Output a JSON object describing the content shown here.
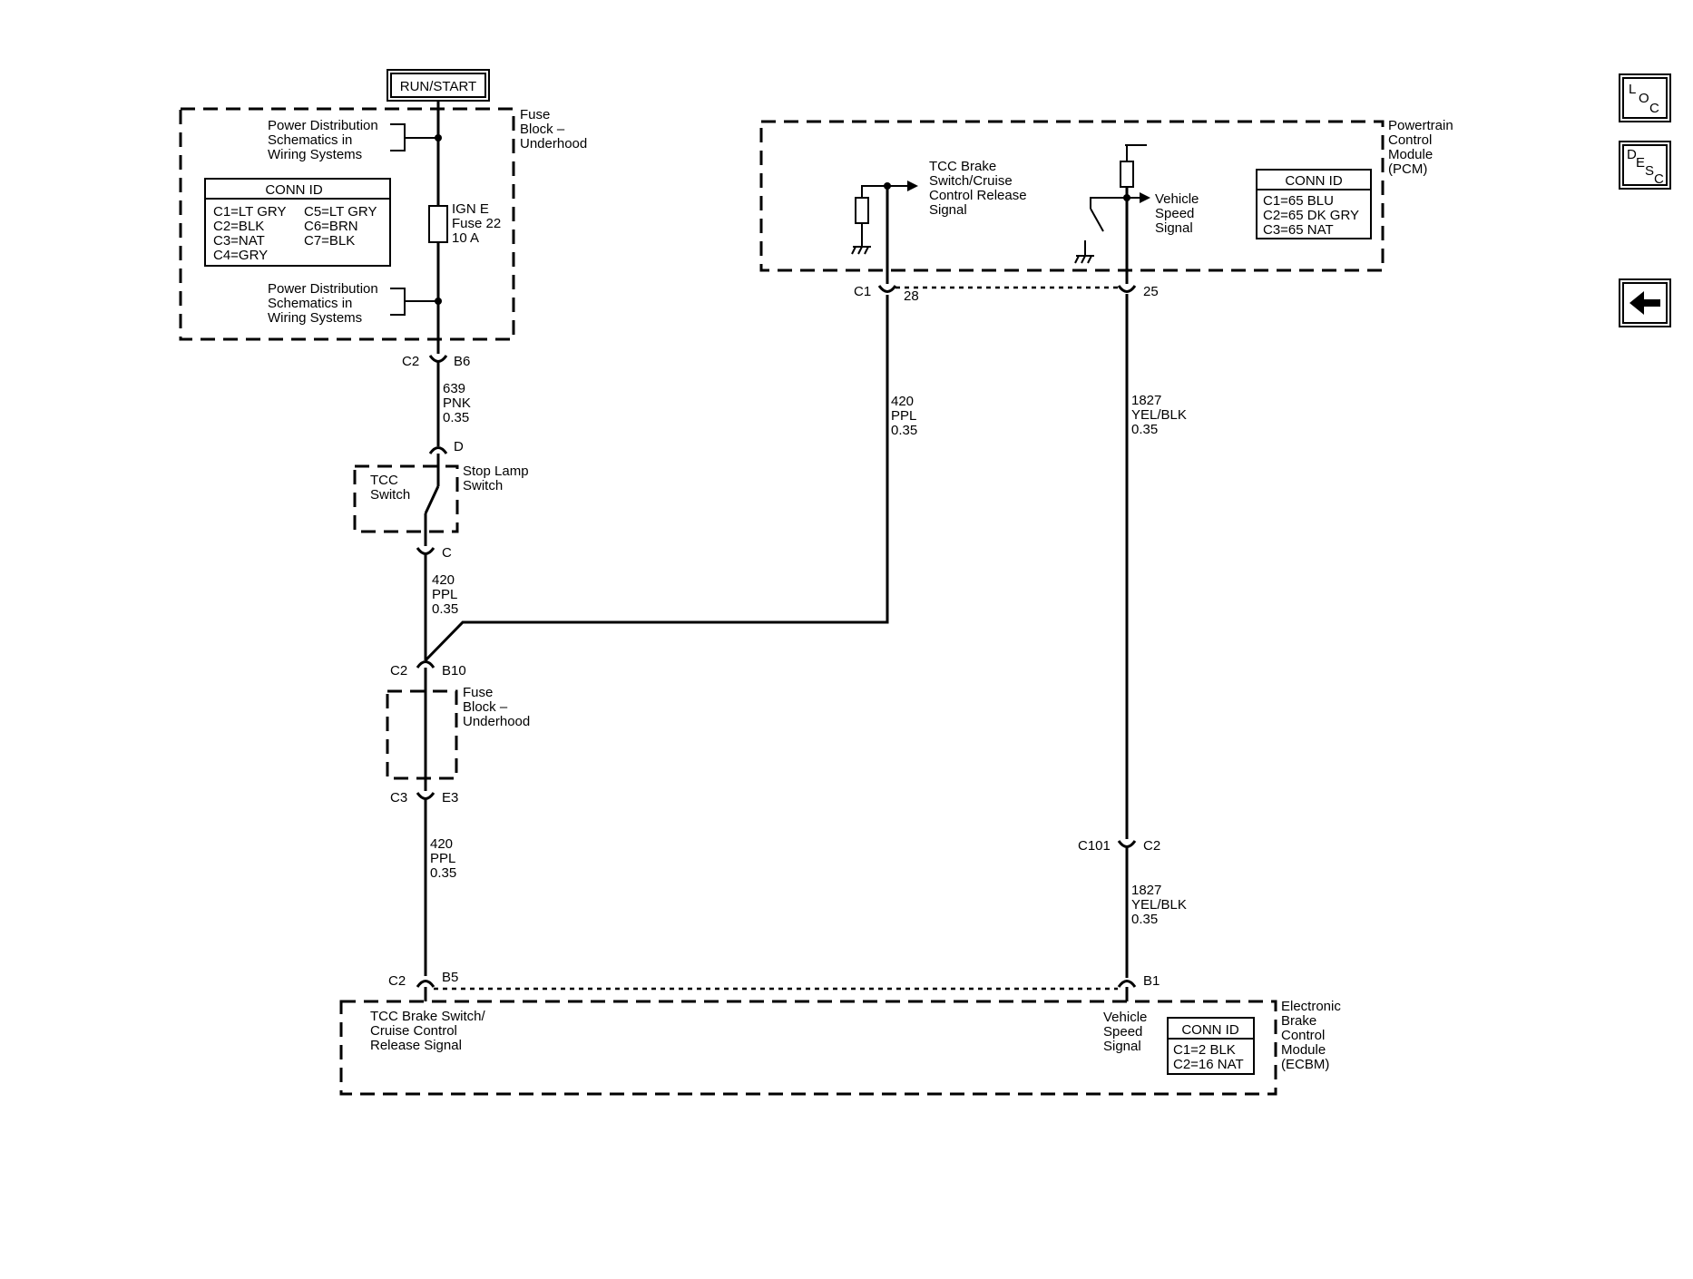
{
  "power": {
    "run_start": "RUN/START"
  },
  "fuse_block_top": {
    "label": [
      "Fuse",
      "Block –",
      "Underhood"
    ],
    "pd_ref_1": [
      "Power Distribution",
      "Schematics in",
      "Wiring Systems"
    ],
    "pd_ref_2": [
      "Power Distribution",
      "Schematics in",
      "Wiring Systems"
    ],
    "conn_id": {
      "title": "CONN ID",
      "rows": [
        [
          "C1=LT GRY",
          "C5=LT GRY"
        ],
        [
          "C2=BLK",
          "C6=BRN"
        ],
        [
          "C3=NAT",
          "C7=BLK"
        ],
        [
          "C4=GRY",
          ""
        ]
      ]
    },
    "fuse": [
      "IGN E",
      "Fuse 22",
      "10 A"
    ]
  },
  "pcm": {
    "label": [
      "Powertrain",
      "Control",
      "Module",
      "(PCM)"
    ],
    "tcc_signal": [
      "TCC Brake",
      "Switch/Cruise",
      "Control Release",
      "Signal"
    ],
    "vss_signal": [
      "Vehicle",
      "Speed",
      "Signal"
    ],
    "conn_id": {
      "title": "CONN ID",
      "rows": [
        "C1=65 BLU",
        "C2=65 DK GRY",
        "C3=65 NAT"
      ]
    }
  },
  "connectors": {
    "c2_b6": {
      "conn": "C2",
      "pin": "B6"
    },
    "d": {
      "pin": "D"
    },
    "c": {
      "pin": "C"
    },
    "c2_b10": {
      "conn": "C2",
      "pin": "B10"
    },
    "c3_e3": {
      "conn": "C3",
      "pin": "E3"
    },
    "c2_b5": {
      "conn": "C2",
      "pin": "B5"
    },
    "c1_28": {
      "conn": "C1",
      "pin": "28"
    },
    "pin_25": {
      "pin": "25"
    },
    "c101_c2": {
      "conn": "C101",
      "pin": "C2"
    },
    "b1": {
      "pin": "B1"
    }
  },
  "wires": {
    "w639": [
      "639",
      "PNK",
      "0.35"
    ],
    "w420_a": [
      "420",
      "PPL",
      "0.35"
    ],
    "w420_b": [
      "420",
      "PPL",
      "0.35"
    ],
    "w420_c": [
      "420",
      "PPL",
      "0.35"
    ],
    "w1827_a": [
      "1827",
      "YEL/BLK",
      "0.35"
    ],
    "w1827_b": [
      "1827",
      "YEL/BLK",
      "0.35"
    ]
  },
  "stop_lamp": {
    "tcc_switch": [
      "TCC",
      "Switch"
    ],
    "label": [
      "Stop Lamp",
      "Switch"
    ]
  },
  "fuse_block_mid": {
    "label": [
      "Fuse",
      "Block –",
      "Underhood"
    ]
  },
  "ecbm": {
    "label": [
      "Electronic",
      "Brake",
      "Control",
      "Module",
      "(ECBM)"
    ],
    "tcc_signal": [
      "TCC Brake Switch/",
      "Cruise Control",
      "Release Signal"
    ],
    "vss_signal": [
      "Vehicle",
      "Speed",
      "Signal"
    ],
    "conn_id": {
      "title": "CONN ID",
      "rows": [
        "C1=2 BLK",
        "C2=16 NAT"
      ]
    }
  },
  "nav": {
    "loc": [
      "L",
      "O",
      "C"
    ],
    "desc": [
      "D",
      "E",
      "S",
      "C"
    ]
  }
}
